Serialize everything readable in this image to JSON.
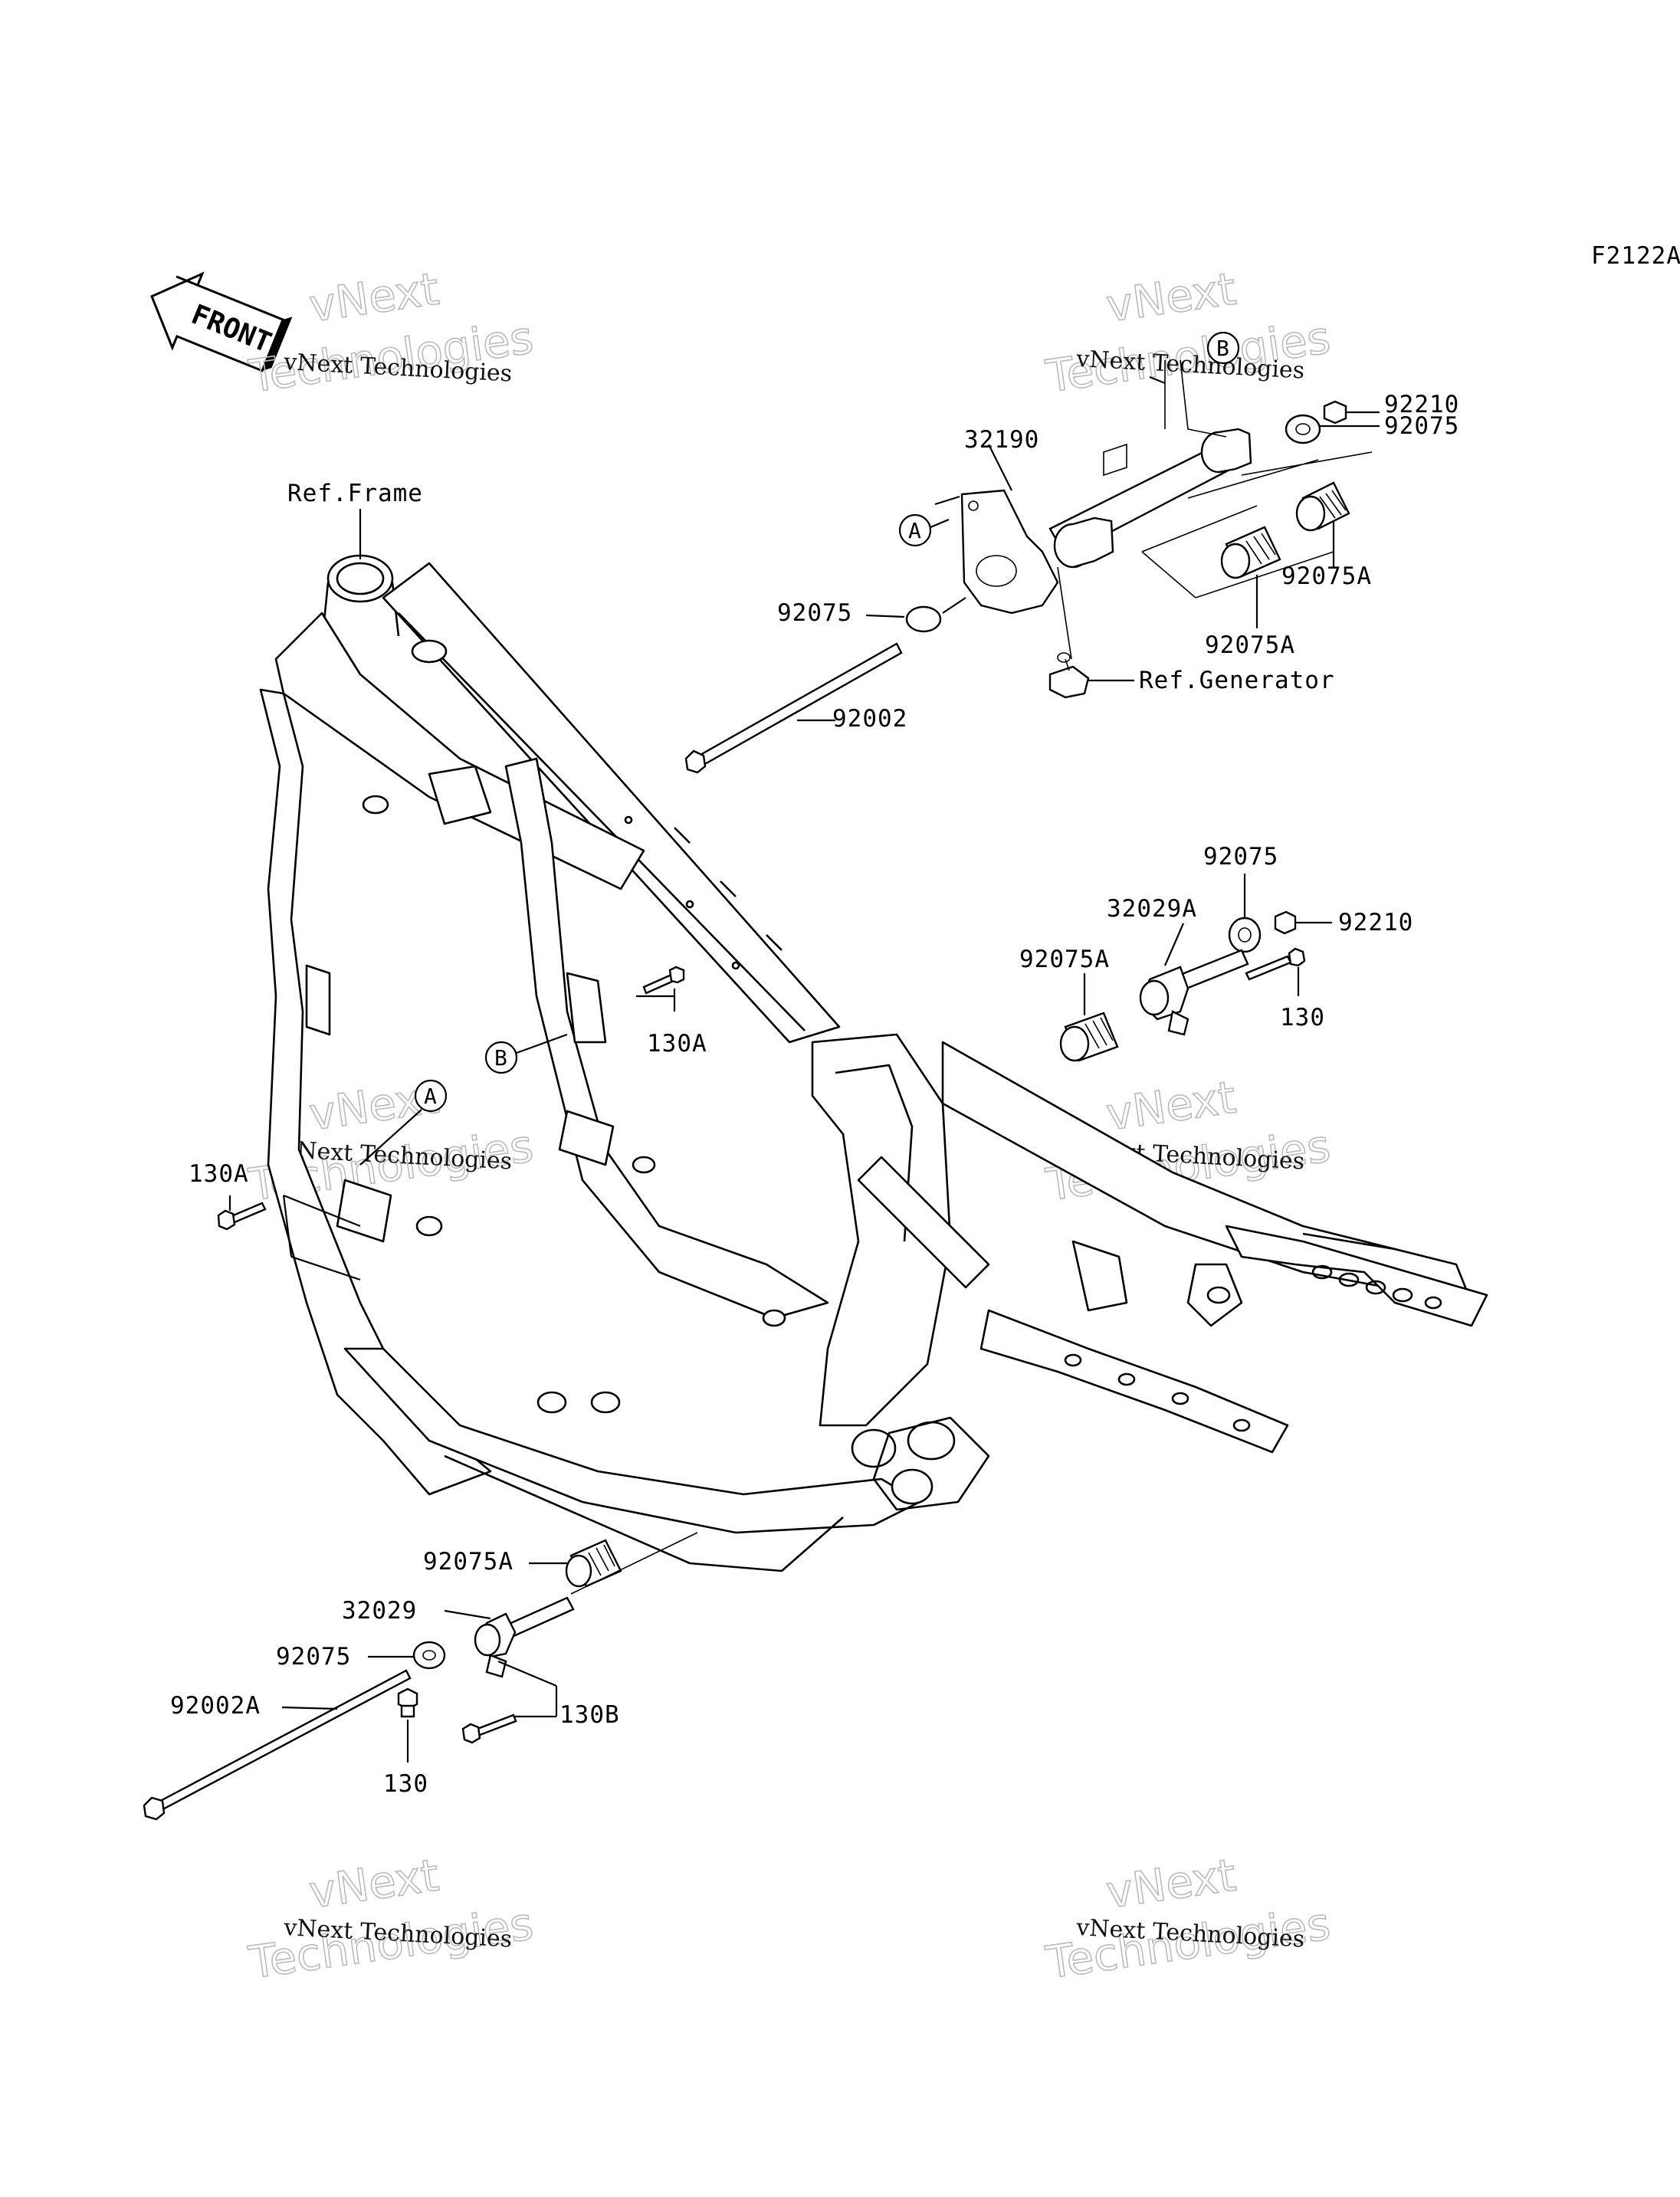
{
  "figure_code": "F2122A",
  "front_label": "FRONT",
  "watermark": {
    "line1": "vNext Technologies",
    "line2": "vNext",
    "line3": "Technologies"
  },
  "labels": {
    "ref_frame": "Ref.Frame",
    "ref_generator": "Ref.Generator",
    "p32190": "32190",
    "p92075_top_left": "92075",
    "p92075_top_right": "92075",
    "p92210_top": "92210",
    "p92075A_top_mid": "92075A",
    "p92075A_top_right": "92075A",
    "p92002": "92002",
    "p92075_mid": "92075",
    "p32029A": "32029A",
    "p92210_mid": "92210",
    "p92075A_mid": "92075A",
    "p130_mid": "130",
    "p130A_mid": "130A",
    "p130A_left": "130A",
    "p92075A_bottom": "92075A",
    "p32029": "32029",
    "p92075_bottom": "92075",
    "p92002A": "92002A",
    "p130B": "130B",
    "p130_bottom": "130"
  },
  "callouts": {
    "a": "A",
    "b": "B"
  }
}
